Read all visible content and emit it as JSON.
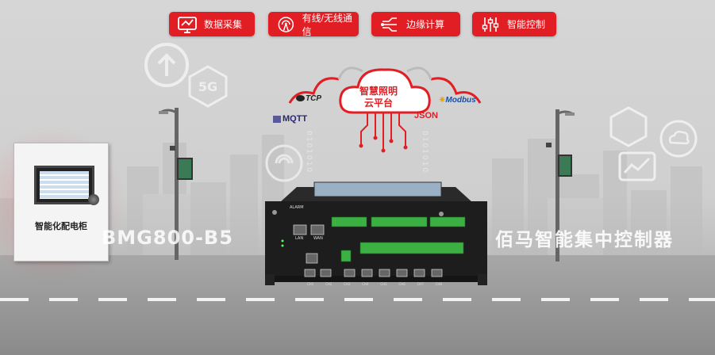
{
  "buttons": [
    {
      "label": "数据采集",
      "icon": "chart-monitor-icon"
    },
    {
      "label": "有线/无线通信",
      "icon": "wireless-signal-icon"
    },
    {
      "label": "边缘计算",
      "icon": "edge-network-icon"
    },
    {
      "label": "智能控制",
      "icon": "control-sliders-icon"
    }
  ],
  "cloud": {
    "line1": "智慧照明",
    "line2": "云平台"
  },
  "protocols": {
    "tcp": "TCP",
    "mqtt": "MQTT",
    "json": "JSON",
    "modbus": "Modbus"
  },
  "cabinet_label": "智能化配电柜",
  "product_model": "BMG800-B5",
  "product_name": "佰马智能集中控制器",
  "device_ports": [
    "CH1",
    "CH2",
    "CH3",
    "CH4",
    "CH5",
    "CH6",
    "CH7",
    "CH8"
  ],
  "device_labels": {
    "lan": "LAN",
    "wan": "WAN",
    "alarm": "ALARM"
  },
  "colors": {
    "accent": "#e01e24",
    "device": "#1d1d1d",
    "terminal": "#3cb043"
  }
}
